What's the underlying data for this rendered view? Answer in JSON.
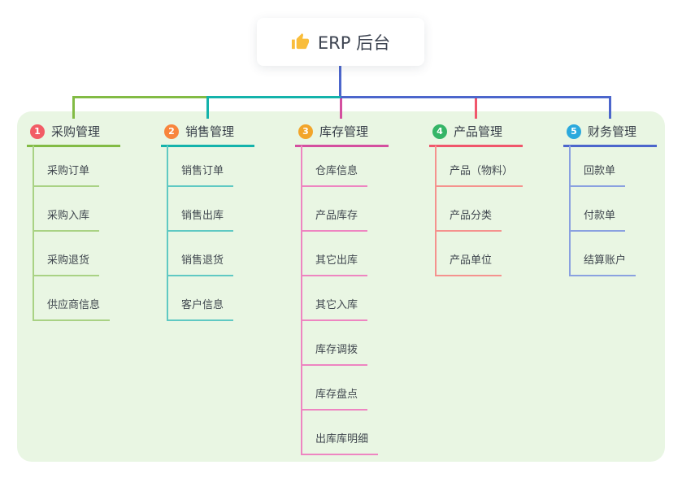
{
  "root": {
    "label": "ERP 后台",
    "icon": "thumbs-up-icon"
  },
  "branches": [
    {
      "num": "1",
      "label": "采购管理",
      "badge_color": "#f25c66",
      "line_color": "#82bb44",
      "child_line_color": "#a9d284",
      "children": [
        "采购订单",
        "采购入库",
        "采购退货",
        "供应商信息"
      ]
    },
    {
      "num": "2",
      "label": "销售管理",
      "badge_color": "#f8853c",
      "line_color": "#14b3ab",
      "child_line_color": "#5fc9c3",
      "children": [
        "销售订单",
        "销售出库",
        "销售退货",
        "客户信息"
      ]
    },
    {
      "num": "3",
      "label": "库存管理",
      "badge_color": "#f2a52a",
      "line_color": "#d44f9f",
      "child_line_color": "#ee85c1",
      "children": [
        "仓库信息",
        "产品库存",
        "其它出库",
        "其它入库",
        "库存调拨",
        "库存盘点",
        "出库库明细"
      ]
    },
    {
      "num": "4",
      "label": "产品管理",
      "badge_color": "#35b567",
      "line_color": "#f0566b",
      "child_line_color": "#f5928e",
      "children": [
        "产品（物料）",
        "产品分类",
        "产品单位"
      ]
    },
    {
      "num": "5",
      "label": "财务管理",
      "badge_color": "#2ba9dd",
      "line_color": "#4c66cc",
      "child_line_color": "#8aa1e0",
      "children": [
        "回款单",
        "付款单",
        "结算账户"
      ]
    }
  ],
  "connector_colors": {
    "root_stem": "#4c66cc",
    "segment_left": "#82bb44",
    "segment_middle": "#14b3ab",
    "segment_right": "#4c66cc"
  },
  "panel_bg": "#e9f6e3",
  "root_icon_color": "#f9bd3b"
}
